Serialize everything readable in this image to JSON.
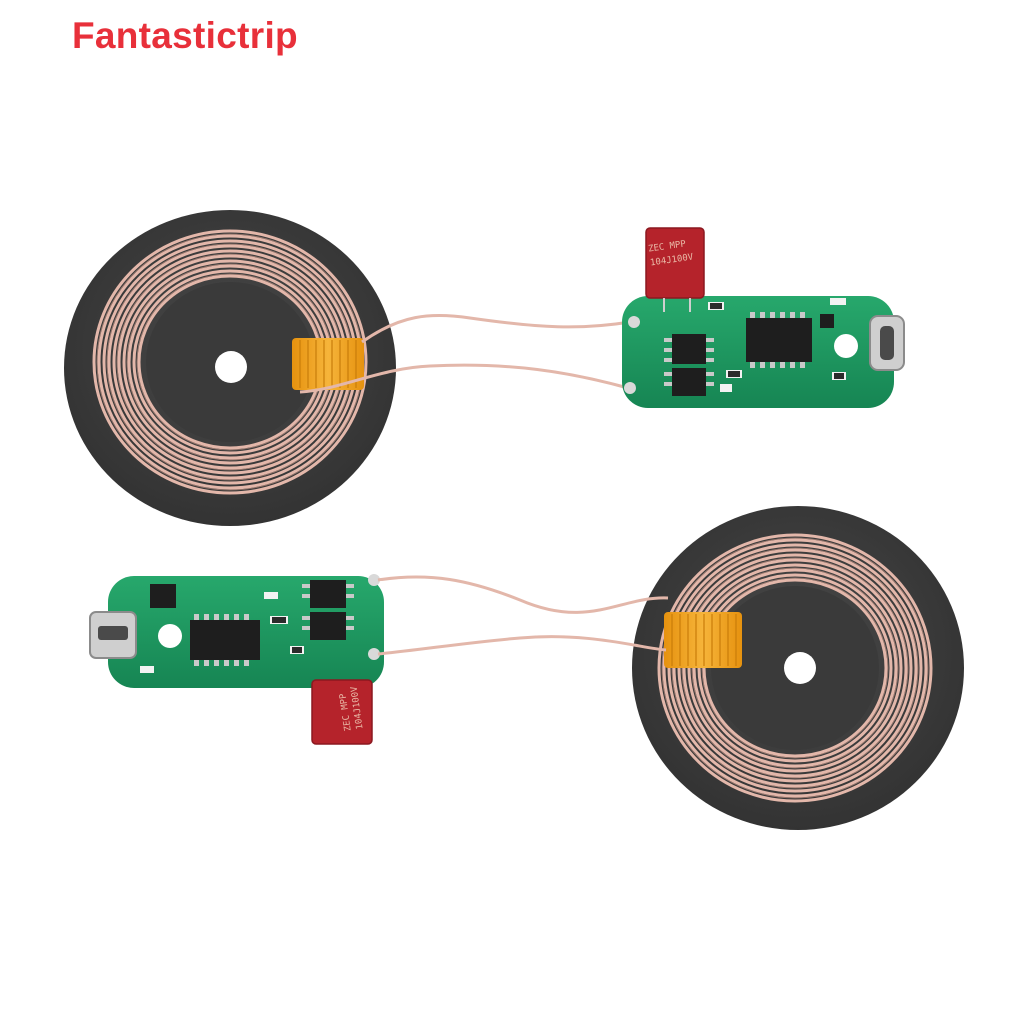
{
  "brand": {
    "name": "Fantastictrip",
    "color": "#e8303a"
  },
  "product": {
    "capacitor_marking_line1": "ZEC MPP",
    "capacitor_marking_line2": "104J100V"
  },
  "colors": {
    "ferrite": "#3f3f3f",
    "copper_coil": "#e3b7aa",
    "kapton_tape": "#f0a21c",
    "pcb": "#1f9a62",
    "capacitor": "#b5232b"
  },
  "icons": [
    "usb-c-port-icon",
    "micro-usb-port-icon"
  ]
}
